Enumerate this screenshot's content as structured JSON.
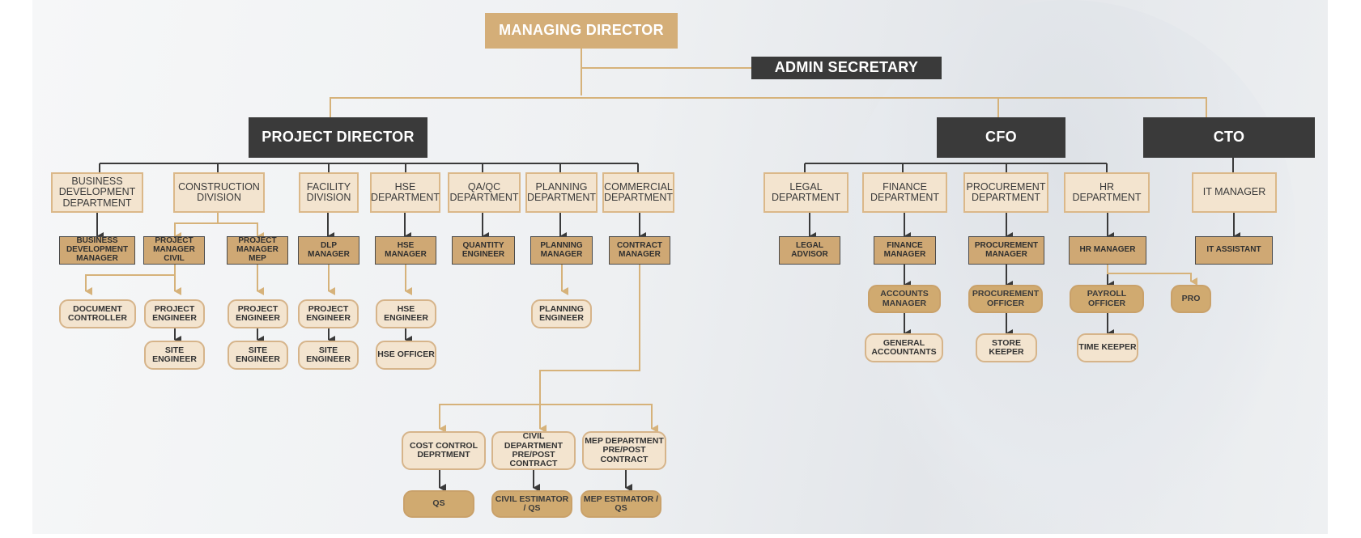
{
  "colors": {
    "gold": "#d4ae78",
    "dark": "#3a3a3a",
    "cream": "#f3e4cf",
    "line_gold": "#d6b27a",
    "line_dark": "#3a3a3a"
  },
  "chart_data": {
    "type": "org-chart",
    "root": "MANAGING DIRECTOR",
    "assistant": "ADMIN SECRETARY",
    "directors": [
      "PROJECT DIRECTOR",
      "CFO",
      "CTO"
    ]
  },
  "nodes": {
    "managing_director": "MANAGING DIRECTOR",
    "admin_secretary": "ADMIN SECRETARY",
    "project_director": "PROJECT DIRECTOR",
    "cfo": "CFO",
    "cto": "CTO",
    "bd_dept": "BUSINESS DEVELOPMENT DEPARTMENT",
    "construction_div": "CONSTRUCTION DIVISION",
    "facility_div": "FACILITY DIVISION",
    "hse_dept": "HSE DEPARTMENT",
    "qaqc_dept": "QA/QC DEPARTMENT",
    "planning_dept": "PLANNING DEPARTMENT",
    "commercial_dept": "COMMERCIAL DEPARTMENT",
    "legal_dept": "LEGAL DEPARTMENT",
    "finance_dept": "FINANCE DEPARTMENT",
    "procurement_dept": "PROCUREMENT DEPARTMENT",
    "hr_dept": "HR DEPARTMENT",
    "it_manager": "IT MANAGER",
    "bd_manager": "BUSINESS DEVELOPMENT MANAGER",
    "pm_civil": "PROJECT MANAGER CIVIL",
    "pm_mep": "PROJECT MANAGER MEP",
    "dlp_manager": "DLP MANAGER",
    "hse_manager": "HSE MANAGER",
    "quantity_engineer": "QUANTITY ENGINEER",
    "planning_manager": "PLANNING MANAGER",
    "contract_manager": "CONTRACT MANAGER",
    "legal_advisor": "LEGAL ADVISOR",
    "finance_manager": "FINANCE MANAGER",
    "procurement_manager": "PROCUREMENT MANAGER",
    "hr_manager": "HR MANAGER",
    "it_assistant": "IT ASSISTANT",
    "document_controller": "DOCUMENT CONTROLLER",
    "project_engineer_civil": "PROJECT ENGINEER",
    "project_engineer_mep": "PROJECT ENGINEER",
    "project_engineer_facility": "PROJECT ENGINEER",
    "hse_engineer": "HSE ENGINEER",
    "planning_engineer": "PLANNING ENGINEER",
    "site_engineer_civil": "SITE ENGINEER",
    "site_engineer_mep": "SITE ENGINEER",
    "site_engineer_facility": "SITE ENGINEER",
    "hse_officer": "HSE OFFICER",
    "accounts_manager": "ACCOUNTS MANAGER",
    "general_accountants": "GENERAL ACCOUNTANTS",
    "procurement_officer": "PROCUREMENT OFFICER",
    "store_keeper": "STORE KEEPER",
    "payroll_officer": "PAYROLL OFFICER",
    "pro": "PRO",
    "time_keeper": "TIME KEEPER",
    "cost_control": "COST CONTROL DEPRTMENT",
    "civil_dept_contract": "CIVIL DEPARTMENT PRE/POST CONTRACT",
    "mep_dept_contract": "MEP DEPARTMENT PRE/POST CONTRACT",
    "qs": "QS",
    "civil_estimator": "CIVIL ESTIMATOR / QS",
    "mep_estimator": "MEP ESTIMATOR / QS"
  }
}
